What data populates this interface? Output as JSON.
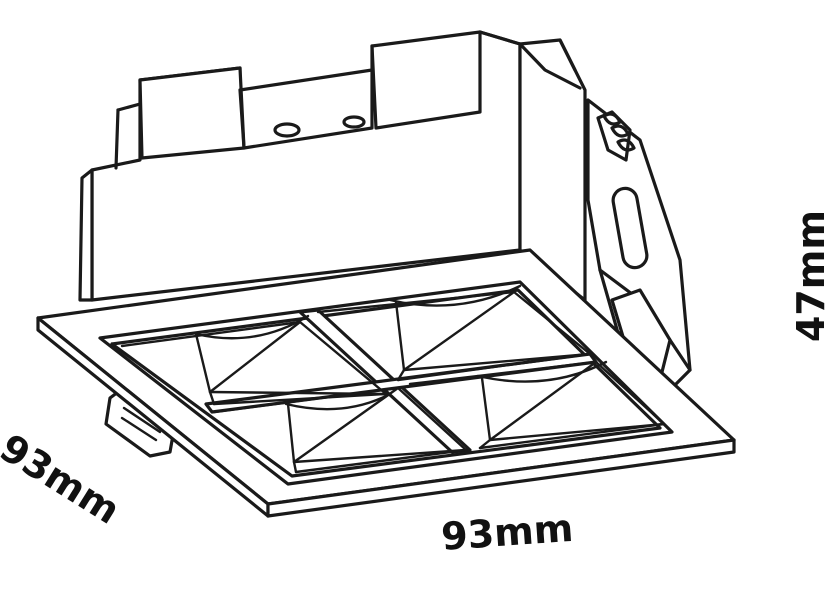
{
  "dimensions": {
    "width": "93mm",
    "depth": "93mm",
    "height": "47mm"
  },
  "colors": {
    "line": "#1a1a1a",
    "background": "#ffffff",
    "text": "#111111"
  }
}
